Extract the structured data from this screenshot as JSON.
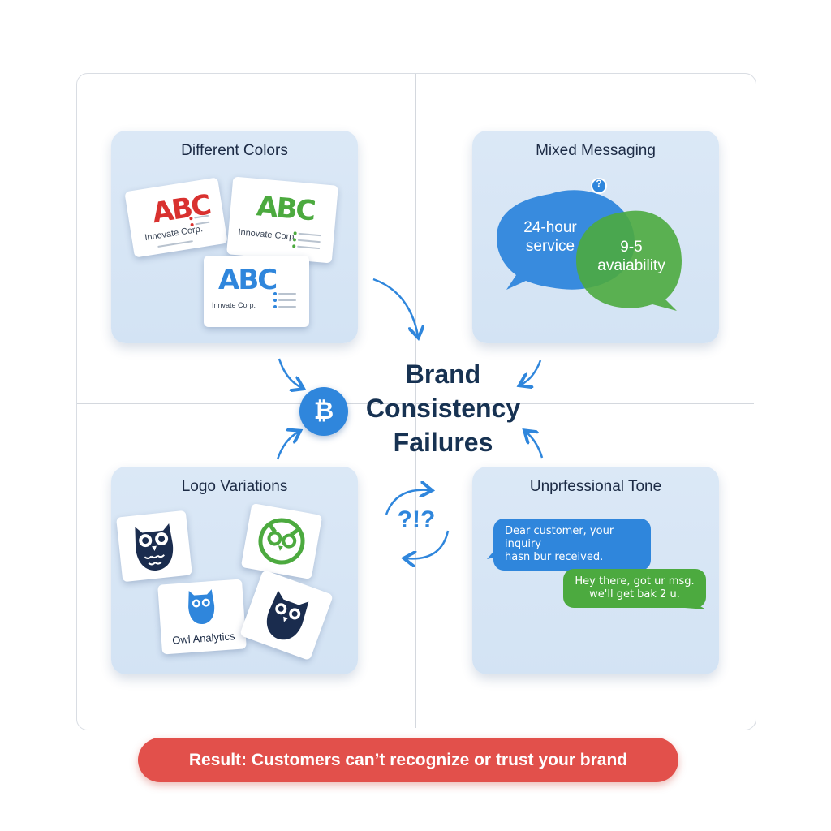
{
  "center": {
    "title_lines": [
      "Brand",
      "Consistency",
      "Failures"
    ],
    "icon": "bitcoin-icon"
  },
  "panels": {
    "colors": {
      "title": "Different Colors",
      "cards": [
        {
          "logo": "ABC",
          "company": "Innovate Corp.",
          "color": "#d9312f"
        },
        {
          "logo": "ABC",
          "company": "Innovate Corp.",
          "color": "#4caa3f"
        },
        {
          "logo": "ABC",
          "company": "Innvate Corp.",
          "color": "#2f86dc"
        }
      ]
    },
    "messaging": {
      "title": "Mixed Messaging",
      "question": "?",
      "bubble_blue": [
        "24-hour",
        "service"
      ],
      "bubble_green": [
        "9-5",
        "avaiability"
      ]
    },
    "logos": {
      "title": "Logo Variations",
      "owl_label": "Owl Analytics"
    },
    "tone": {
      "title": "Unprfessional Tone",
      "formal": [
        "Dear customer, your inquiry",
        "hasn bur received."
      ],
      "casual": [
        "Hey there, got ur msg.",
        "we'll get bak 2 u."
      ]
    }
  },
  "cycle_symbol": "?!?",
  "result": "Result: Customers can’t recognize or trust your brand",
  "colors": {
    "blue": "#2f86dc",
    "green": "#4caa3f",
    "red": "#e2504b",
    "navy": "#173252"
  }
}
